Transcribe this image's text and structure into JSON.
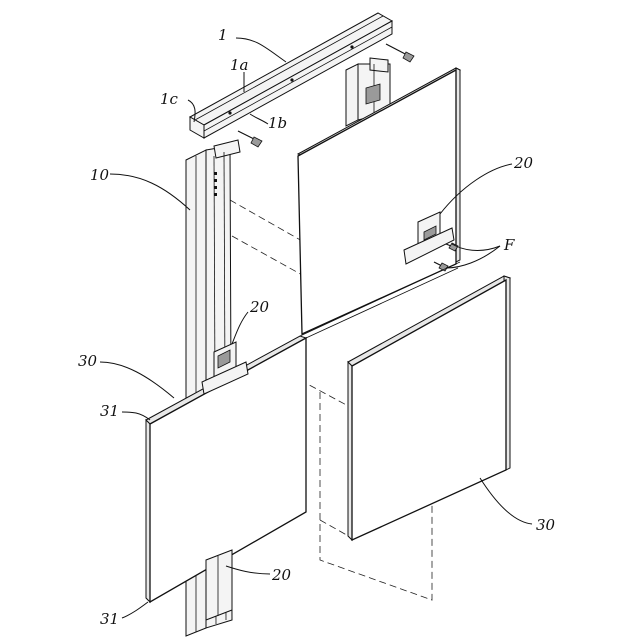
{
  "labels": {
    "top_rail": "1",
    "rail_part_a": "1a",
    "rail_part_b": "1b",
    "rail_part_c": "1c",
    "vertical_frame": "10",
    "bracket_upper_right": "20",
    "bracket_left": "20",
    "bracket_bottom": "20",
    "fastener": "F",
    "panel_left": "30",
    "panel_right": "30",
    "panel_edge_top": "31",
    "panel_edge_bottom": "31"
  }
}
